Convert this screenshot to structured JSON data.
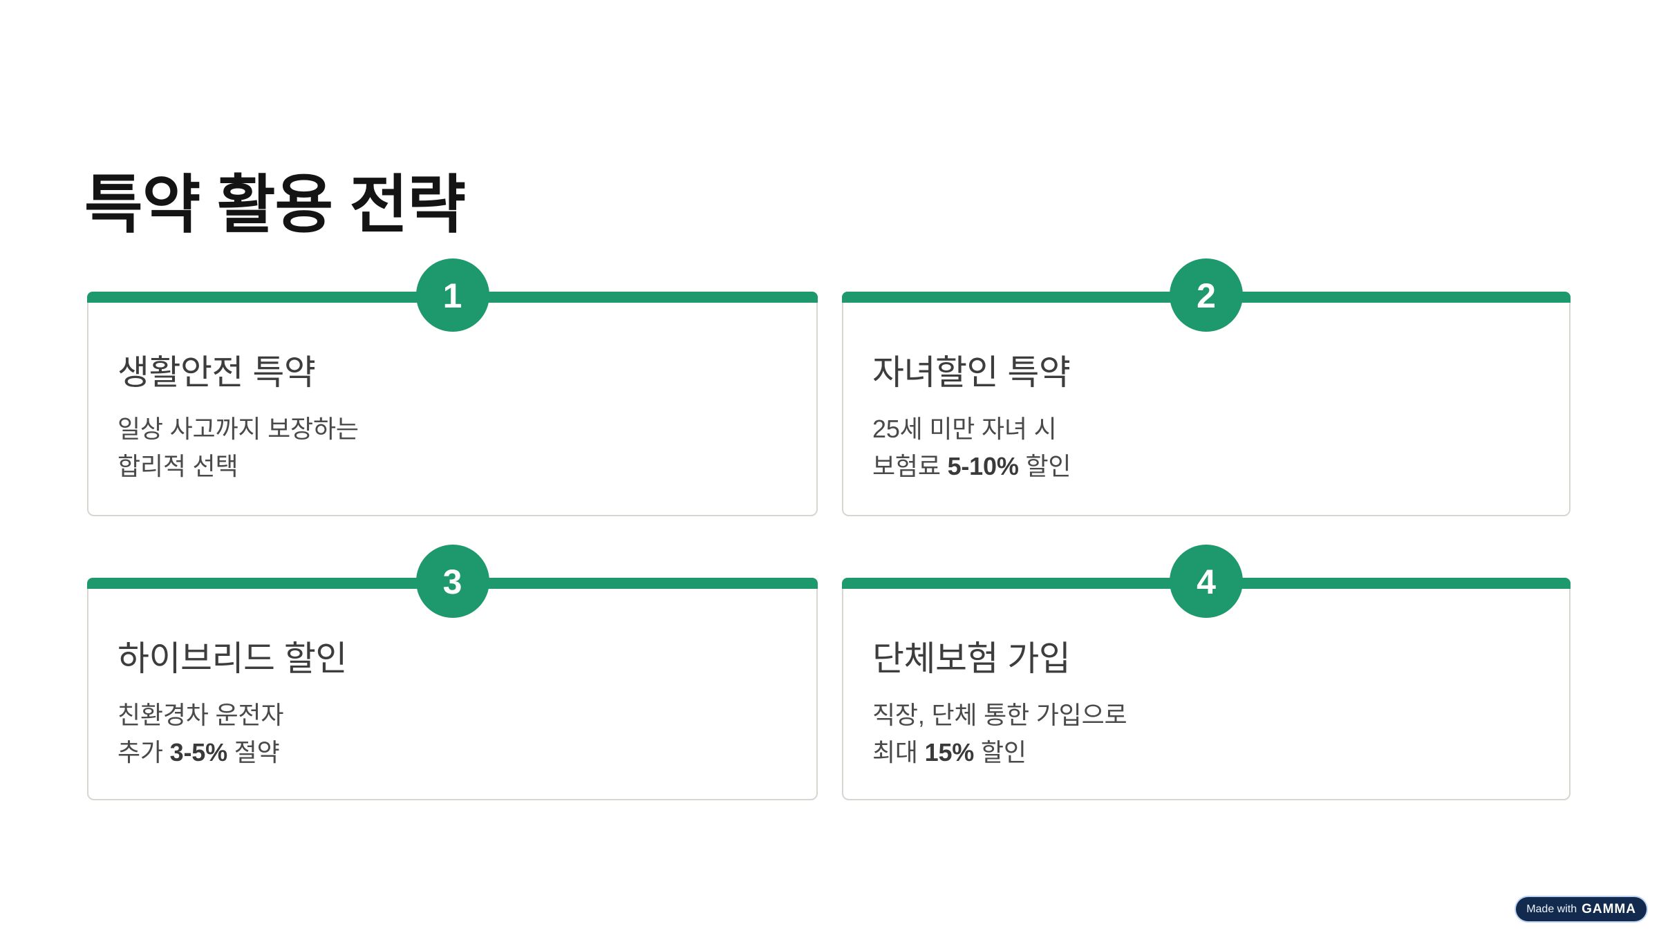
{
  "page": {
    "title": "특약 활용 전략"
  },
  "colors": {
    "accent_green": "#1E996E",
    "card_border": "#D9D5D1",
    "badge_bg": "#122A4E"
  },
  "cards": [
    {
      "number": "1",
      "title": "생활안전 특약",
      "lines": [
        [
          {
            "text": "일상 사고까지 보장하는",
            "bold": false
          }
        ],
        [
          {
            "text": "합리적 선택",
            "bold": false
          }
        ]
      ]
    },
    {
      "number": "2",
      "title": "자녀할인 특약",
      "lines": [
        [
          {
            "text": "25세 미만 자녀 시",
            "bold": false
          }
        ],
        [
          {
            "text": "보험료 ",
            "bold": false
          },
          {
            "text": "5-10%",
            "bold": true
          },
          {
            "text": " 할인",
            "bold": false
          }
        ]
      ]
    },
    {
      "number": "3",
      "title": "하이브리드 할인",
      "lines": [
        [
          {
            "text": "친환경차 운전자",
            "bold": false
          }
        ],
        [
          {
            "text": "추가 ",
            "bold": false
          },
          {
            "text": "3-5%",
            "bold": true
          },
          {
            "text": " 절약",
            "bold": false
          }
        ]
      ]
    },
    {
      "number": "4",
      "title": "단체보험 가입",
      "lines": [
        [
          {
            "text": "직장, 단체 통한 가입으로",
            "bold": false
          }
        ],
        [
          {
            "text": "최대 ",
            "bold": false
          },
          {
            "text": "15%",
            "bold": true
          },
          {
            "text": " 할인",
            "bold": false
          }
        ]
      ]
    }
  ],
  "badge": {
    "made_with": "Made with",
    "brand": "GAMMA"
  }
}
